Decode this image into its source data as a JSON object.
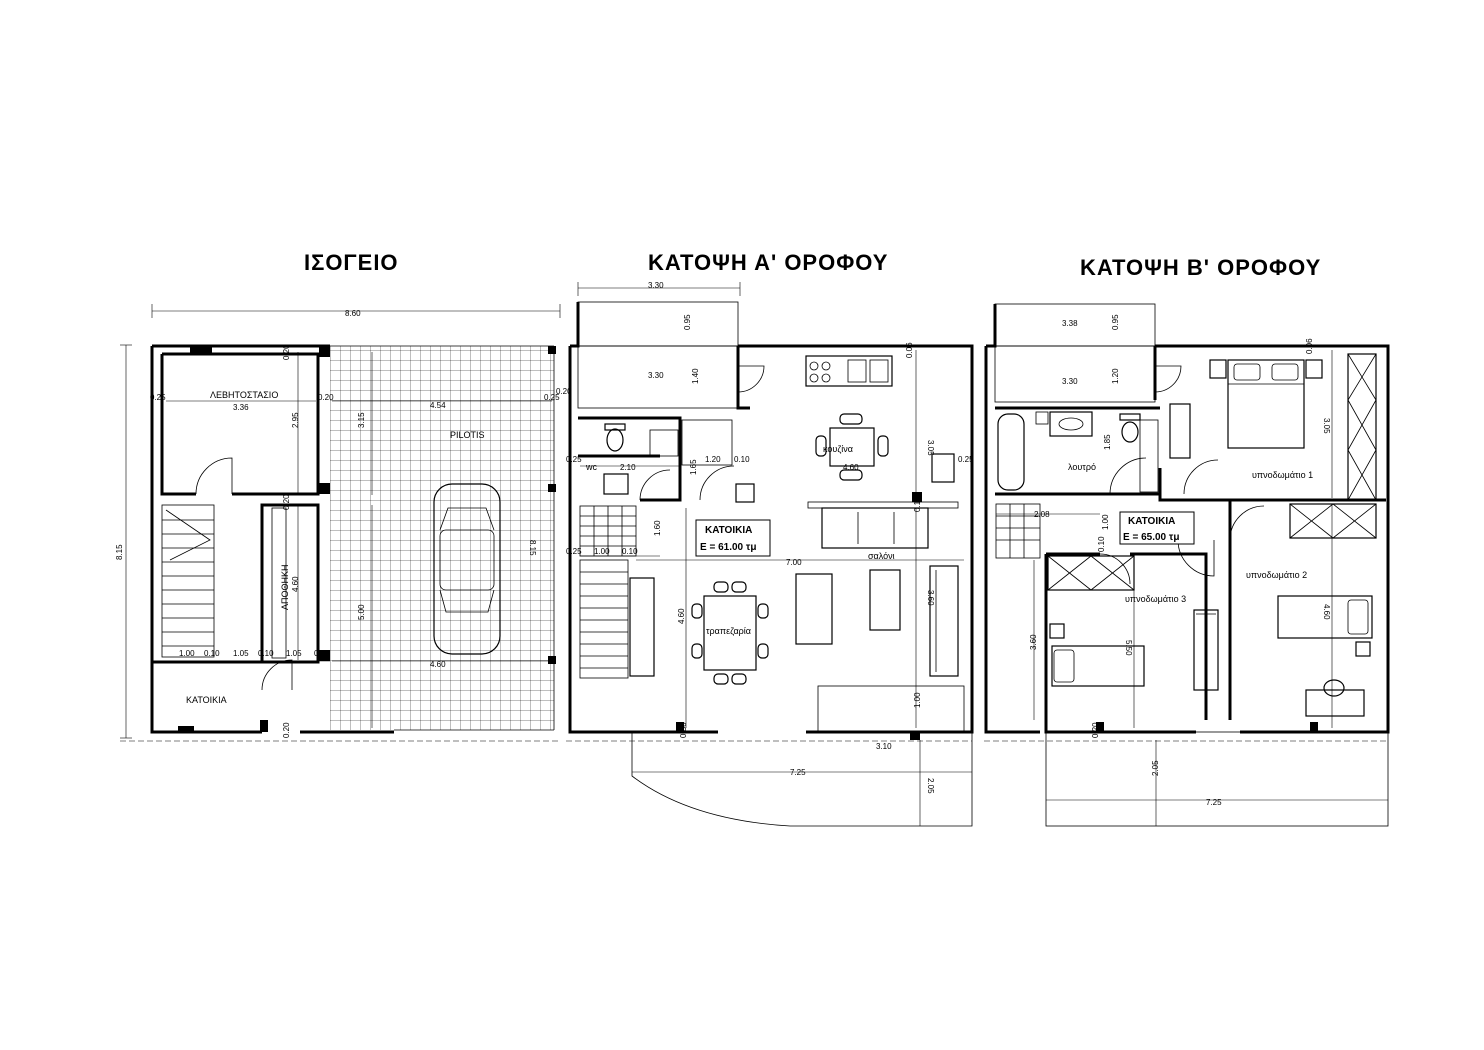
{
  "titles": {
    "ground": "ΙΣΟΓΕΙΟ",
    "first": "ΚΑΤΟΨΗ Α' ΟΡΟΦΟΥ",
    "second": "ΚΑΤΟΨΗ Β' ΟΡΟΦΟΥ"
  },
  "ground": {
    "rooms": {
      "boiler": "ΛΕΒΗΤΟΣΤΑΣΙΟ",
      "pilotis": "PILOTIS",
      "storage": "ΑΠΟΘΗΚΗ",
      "residence": "ΚΑΤΟΙΚΙΑ"
    },
    "dims": {
      "total_width": "8.60",
      "height": "8.15",
      "boiler_w": "3.36",
      "pilotis_w": "4.54",
      "bottom_w": "4.60",
      "v_3_15": "3.15",
      "v_2_95": "2.95",
      "v_4_60": "4.60",
      "v_5_00": "5.00",
      "v_8_15b": "8.15",
      "d_0_25a": "0.25",
      "d_0_20a": "0.20",
      "d_0_20b": "0.20",
      "d_0_20c": "0.20",
      "d_0_20d": "0.20",
      "d_0_25b": "0.25",
      "b_1_00": "1.00",
      "b_0_10a": "0.10",
      "b_1_05a": "1.05",
      "b_0_10b": "0.10",
      "b_1_05b": "1.05",
      "b_0_20": "0.20",
      "d_0_20e": "0.20"
    }
  },
  "first": {
    "rooms": {
      "kitchen": "κουζίνα",
      "living": "σαλόνι",
      "dining": "τραπεζαρία",
      "wc": "wc"
    },
    "residence_label": "ΚΑΤΟΙΚΙΑ",
    "area_label": "Ε = 61.00 τμ",
    "dims": {
      "top": "3.30",
      "inner": "3.30",
      "d095": "0.95",
      "d140": "1.40",
      "d006": "0.06",
      "d305": "3.05",
      "d210": "2.10",
      "d025a": "0.25",
      "d120": "1.20",
      "d010a": "0.10",
      "d460k": "4.60",
      "d025b": "0.25",
      "d165": "1.65",
      "d160": "1.60",
      "d025c": "0.25",
      "d100": "1.00",
      "d010b": "0.10",
      "d700": "7.00",
      "d460": "4.60",
      "d360": "3.60",
      "d010c": "0.10",
      "d100b": "1.00",
      "d310": "3.10",
      "d725": "7.25",
      "d205": "2.05",
      "d036": "0.36"
    }
  },
  "second": {
    "rooms": {
      "bath": "λουτρό",
      "bed1": "υπνοδωμάτιο 1",
      "bed2": "υπνοδωμάτιο 2",
      "bed3": "υπνοδωμάτιο 3"
    },
    "residence_label": "ΚΑΤΟΙΚΙΑ",
    "area_label": "Ε = 65.00 τμ",
    "dims": {
      "top": "3.38",
      "inner": "3.30",
      "d095": "0.95",
      "d120": "1.20",
      "d006": "0.06",
      "d305": "3.05",
      "d208": "2.08",
      "d185": "1.85",
      "d100": "1.00",
      "d010": "0.10",
      "d550": "5.50",
      "d460": "4.60",
      "d360": "3.60",
      "d725": "7.25",
      "d205": "2.05",
      "d020": "0.20"
    }
  }
}
